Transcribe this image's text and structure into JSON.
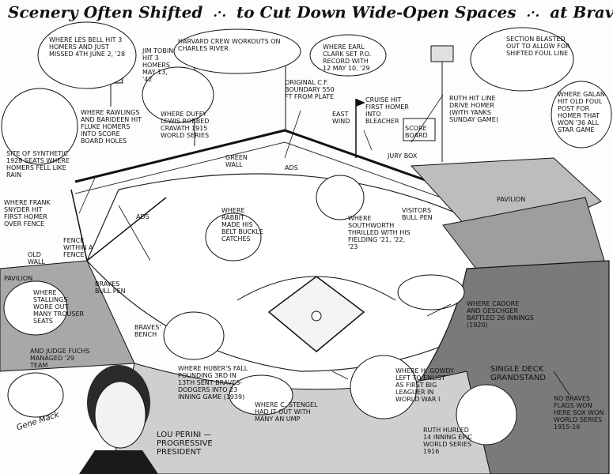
{
  "headline": {
    "part1": "Scenery Often Shifted",
    "sep": ".·.",
    "part2": "to Cut Down Wide-Open Spaces",
    "part3": "at Braves' Field"
  },
  "captions": {
    "bell": "Where Les Bell hit 3 homers and just missed 4th June 2, '28",
    "harvard": "Harvard crew workouts on Charles River",
    "tobin": "Jim Tobin hit 3 homers May 13, '42",
    "clark": "Where Earl Clark set P.O. record with 12 May 10, '29",
    "section": "Section blasted out to allow for shifted foul line",
    "galan": "Where Galan hit old foul post for homer that won '36 All Star game",
    "rawlings": "Where Rawlings and Barideen hit fluke homers into score board holes",
    "duffy": "Where Duffy Lewis robbed Cravath 1915 World Series",
    "boundary": "Original C.F. boundary 550 ft from plate",
    "eastwind": "East Wind",
    "cruise": "Cruise hit first homer into bleacher",
    "ruth": "Ruth hit line drive homer (with Yanks Sunday game)",
    "scoreboard": "Score Board",
    "juryboy": "Jury Box",
    "synthetic": "Site of synthetic 1928 seats where homers fell like rain",
    "greenwall": "Green Wall",
    "ads": "ADS",
    "snyder": "Where Frank Snyder hit first homer over fence",
    "oldwall": "Old Wall",
    "fence": "Fence within a fence",
    "rabbit": "Where Rabbit made his belt buckle catches",
    "southworth": "Where Southworth thrilled with his fielding '21, '22, '23",
    "visitors": "Visitors Bull Pen",
    "pavilion_r": "Pavilion",
    "pavilion_l": "Pavilion",
    "bravesbull": "Braves Bull Pen",
    "stallings": "Where Stallings wore out many trouser seats",
    "bench": "Braves' Bench",
    "fuchs": "And Judge Fuchs managed '29 team",
    "cadore": "Where Cadore and Oeschger battled 26 innings (1920)",
    "huber": "Where Huber's fall pounding 3rd in 13th sent Braves-Dodgers into 23 inning game (1939)",
    "stengel": "Where C. Stengel had it out with many an ump",
    "gowdy": "Where H. Gowdy left to enlist as first big leaguer in World War I",
    "singledeck": "Single Deck Grandstand",
    "ruthhurled": "Ruth hurled 14 inning epic World Series 1916",
    "noflags": "No Braves flags won here Sox won World Series 1915-16",
    "perini": "Lou Perini — Progressive President",
    "signature": "Gene Mack"
  }
}
